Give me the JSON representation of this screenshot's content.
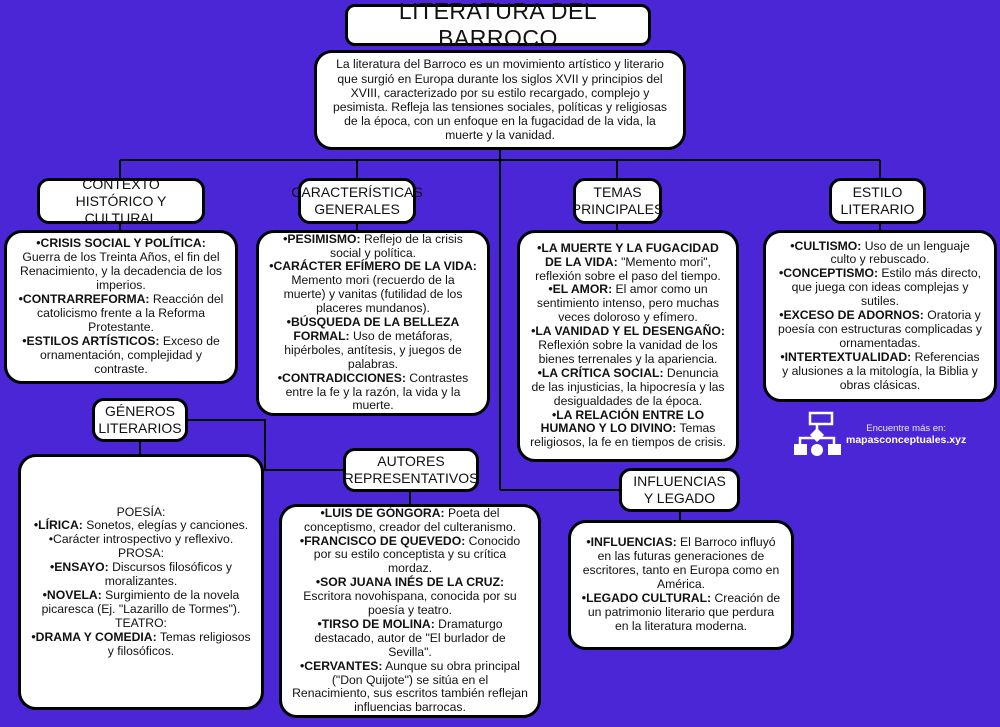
{
  "title": "LITERATURA DEL BARROCO",
  "intro": "La literatura del Barroco es un movimiento artístico y literario que surgió en Europa durante los siglos XVII y principios del XVIII, caracterizado por su estilo recargado, complejo y pesimista. Refleja las tensiones sociales, políticas y religiosas de la época, con un enfoque en la fugacidad de la vida, la muerte y la vanidad.",
  "contexto": {
    "heading": "CONTEXTO HISTÓRICO Y CULTURAL",
    "items": [
      {
        "term": "•CRISIS SOCIAL Y POLÍTICA:",
        "text": " Guerra de los Treinta Años, el fin del Renacimiento, y la decadencia de los imperios."
      },
      {
        "term": "•CONTRARREFORMA:",
        "text": " Reacción del catolicismo frente a la Reforma Protestante."
      },
      {
        "term": "•ESTILOS ARTÍSTICOS:",
        "text": " Exceso de ornamentación, complejidad y contraste."
      }
    ]
  },
  "caracteristicas": {
    "heading": "CARACTERÍSTICAS GENERALES",
    "items": [
      {
        "term": "•PESIMISMO:",
        "text": " Reflejo de la crisis social y política."
      },
      {
        "term": "•CARÁCTER EFÍMERO DE LA VIDA:",
        "text": " Memento mori (recuerdo de la muerte) y vanitas (futilidad de los placeres mundanos)."
      },
      {
        "term": "•BÚSQUEDA DE LA BELLEZA FORMAL:",
        "text": " Uso de metáforas, hipérboles, antítesis, y juegos de palabras."
      },
      {
        "term": "•CONTRADICCIONES:",
        "text": " Contrastes entre la fe y la razón, la vida y la muerte."
      }
    ]
  },
  "temas": {
    "heading": "TEMAS PRINCIPALES",
    "items": [
      {
        "term": "•LA MUERTE Y LA FUGACIDAD DE LA VIDA:",
        "text": " \"Memento mori\", reflexión sobre el paso del tiempo."
      },
      {
        "term": "•EL AMOR:",
        "text": " El amor como un sentimiento intenso, pero muchas veces doloroso y efímero."
      },
      {
        "term": "•LA VANIDAD Y EL DESENGAÑO:",
        "text": " Reflexión sobre la vanidad de los bienes terrenales y la apariencia."
      },
      {
        "term": "•LA CRÍTICA SOCIAL:",
        "text": " Denuncia de las injusticias, la hipocresía y las desigualdades de la época."
      },
      {
        "term": "•LA RELACIÓN ENTRE LO HUMANO Y LO DIVINO:",
        "text": " Temas religiosos, la fe en tiempos de crisis."
      }
    ]
  },
  "estilo": {
    "heading": "ESTILO LITERARIO",
    "items": [
      {
        "term": "•CULTISMO:",
        "text": " Uso de un lenguaje culto y rebuscado."
      },
      {
        "term": "•CONCEPTISMO:",
        "text": " Estilo más directo, que juega con ideas complejas y sutiles."
      },
      {
        "term": "•EXCESO DE ADORNOS:",
        "text": " Oratoria y poesía con estructuras complicadas y ornamentadas."
      },
      {
        "term": "•INTERTEXTUALIDAD:",
        "text": " Referencias y alusiones a la mitología, la Biblia y obras clásicas."
      }
    ]
  },
  "generos": {
    "heading": "GÉNEROS LITERARIOS",
    "poesia": "POESÍA:",
    "lirica": {
      "term": "•LÍRICA:",
      "text": " Sonetos, elegías y canciones."
    },
    "lirica_extra": "•Carácter introspectivo y reflexivo.",
    "prosa": "PROSA:",
    "ensayo": {
      "term": "•ENSAYO:",
      "text": " Discursos filosóficos y moralizantes."
    },
    "novela": {
      "term": "•NOVELA:",
      "text": " Surgimiento de la novela picaresca (Ej. \"Lazarillo de Tormes\")."
    },
    "teatro": "TEATRO:",
    "drama": {
      "term": "•DRAMA Y COMEDIA:",
      "text": " Temas religiosos y filosóficos."
    }
  },
  "autores": {
    "heading": "AUTORES REPRESENTATIVOS",
    "items": [
      {
        "term": "•LUIS DE GÓNGORA:",
        "text": " Poeta del conceptismo, creador del culteranismo."
      },
      {
        "term": "•FRANCISCO DE QUEVEDO:",
        "text": " Conocido por su estilo conceptista y su crítica mordaz."
      },
      {
        "term": "•SOR JUANA INÉS DE LA CRUZ:",
        "text": " Escritora novohispana, conocida por su poesía y teatro."
      },
      {
        "term": "•TIRSO DE MOLINA:",
        "text": " Dramaturgo destacado, autor de \"El burlador de Sevilla\"."
      },
      {
        "term": "•CERVANTES:",
        "text": " Aunque su obra principal (\"Don Quijote\") se sitúa en el Renacimiento, sus escritos también reflejan influencias barrocas."
      }
    ]
  },
  "influencias": {
    "heading": "INFLUENCIAS Y LEGADO",
    "items": [
      {
        "term": "•INFLUENCIAS:",
        "text": " El Barroco influyó en las futuras generaciones de escritores, tanto en Europa como en América."
      },
      {
        "term": "•LEGADO CULTURAL:",
        "text": " Creación de un patrimonio literario que perdura en la literatura moderna."
      }
    ]
  },
  "brand": {
    "line1": "Encuentre más en:",
    "line2": "mapasconceptuales.xyz"
  },
  "colors": {
    "background": "#4a26d6",
    "box": "#ffffff",
    "border": "#000000"
  }
}
